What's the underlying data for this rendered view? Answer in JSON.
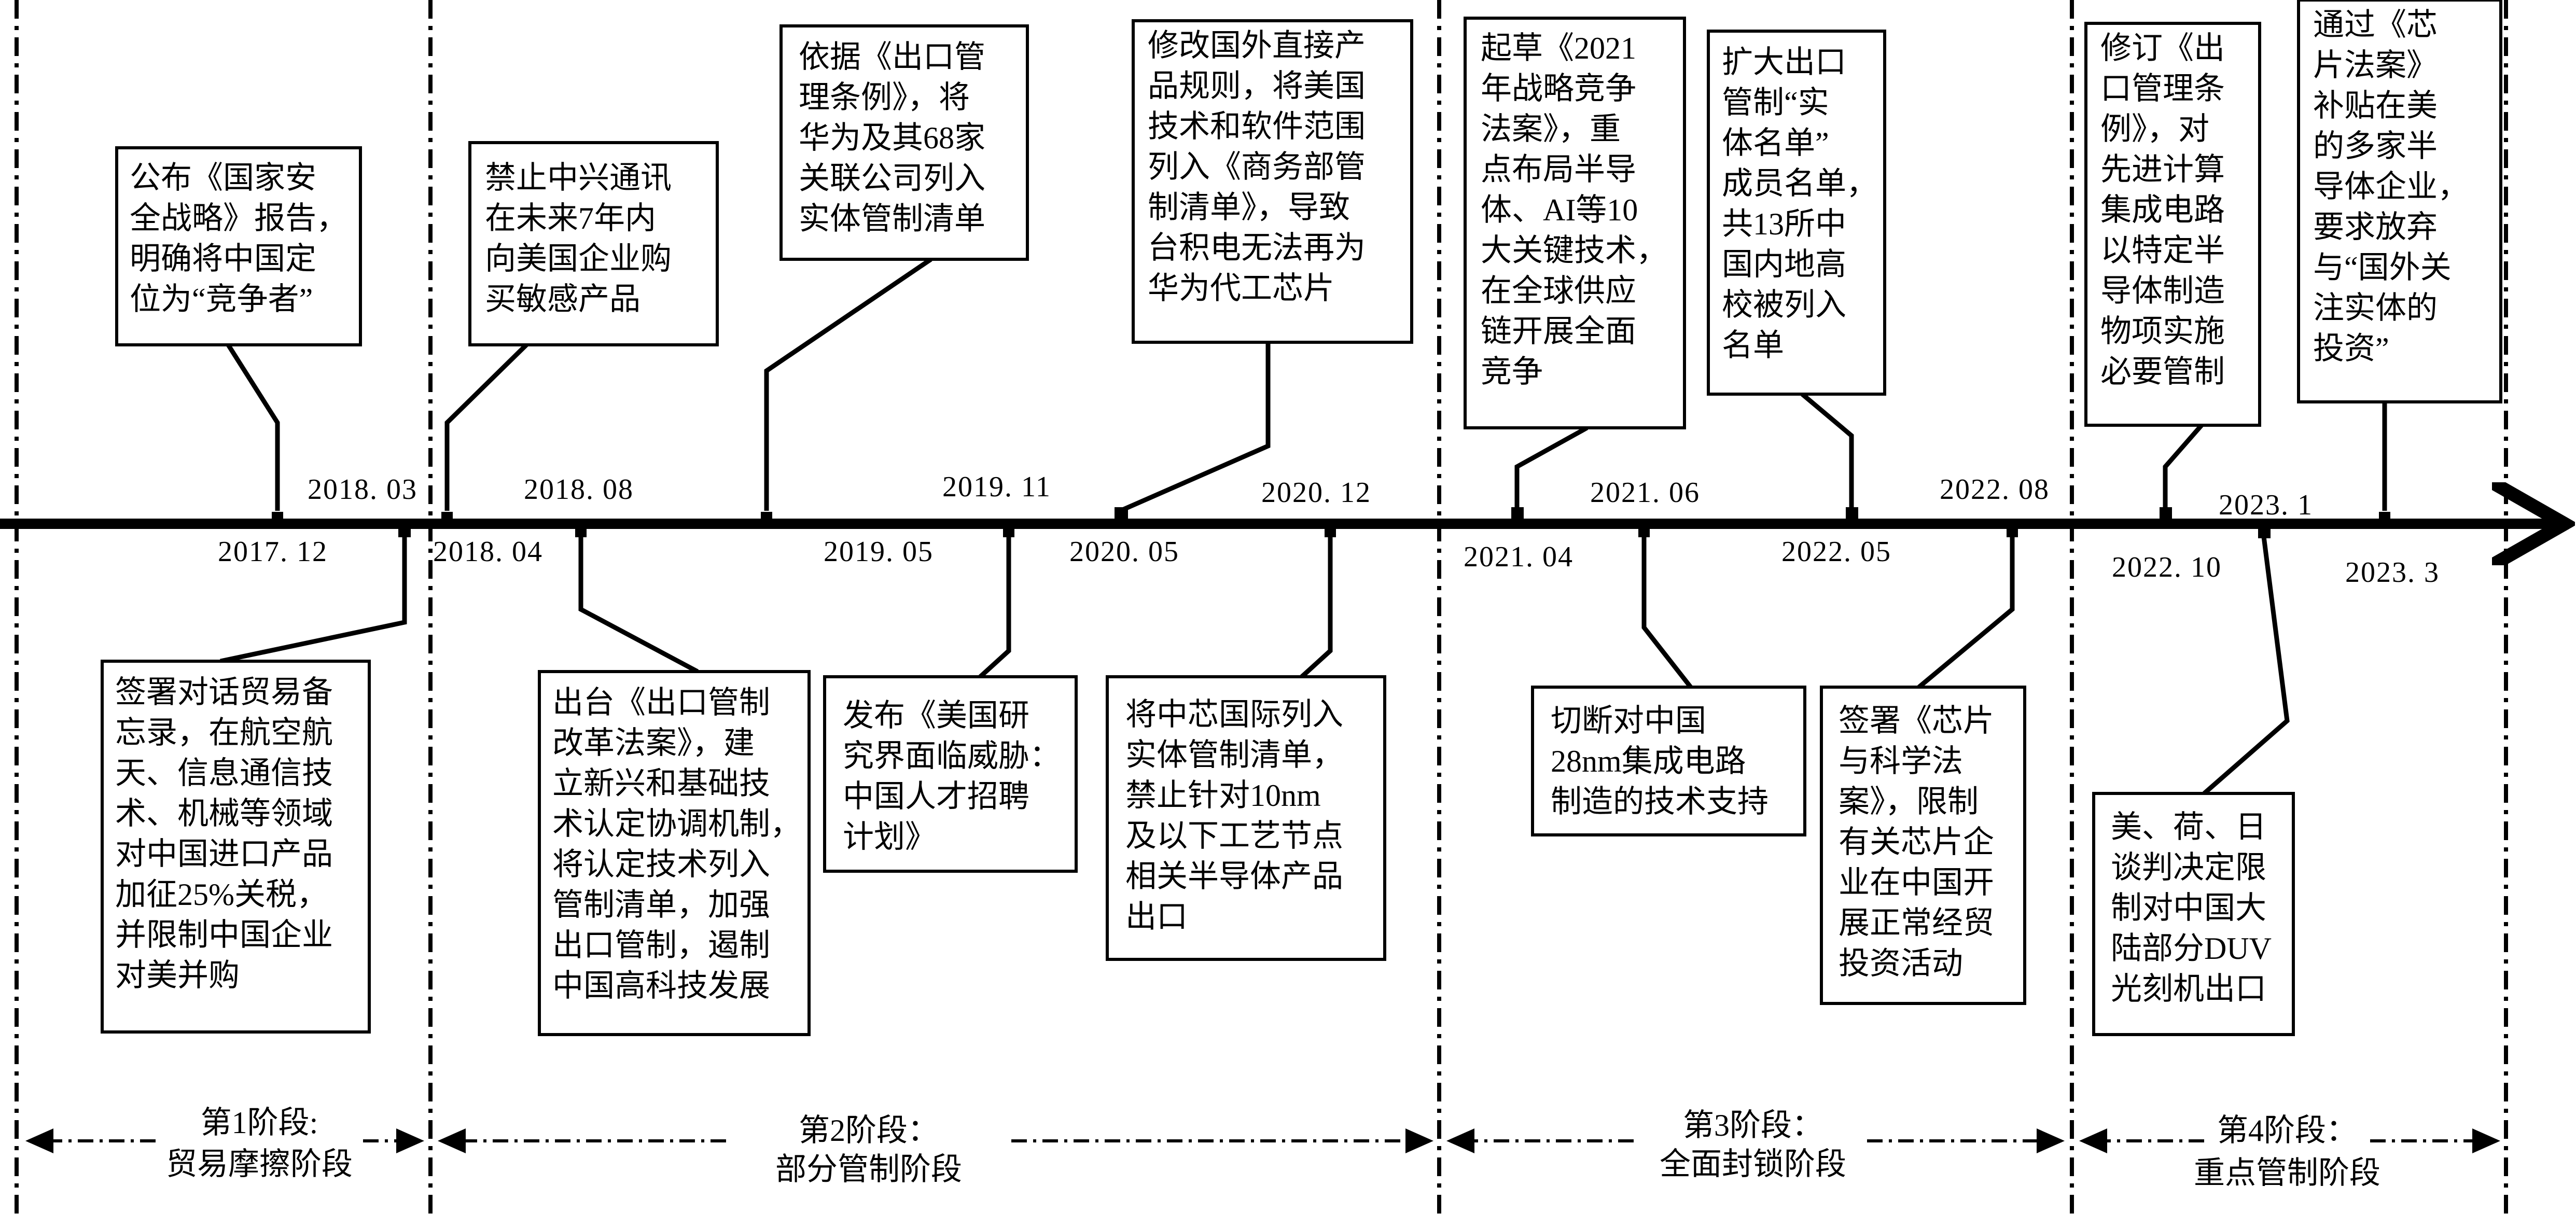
{
  "timeline": {
    "dates": [
      {
        "id": "2017-12",
        "label": "2017. 12"
      },
      {
        "id": "2018-03",
        "label": "2018. 03"
      },
      {
        "id": "2018-04",
        "label": "2018. 04"
      },
      {
        "id": "2018-08",
        "label": "2018. 08"
      },
      {
        "id": "2019-05",
        "label": "2019. 05"
      },
      {
        "id": "2019-11",
        "label": "2019. 11"
      },
      {
        "id": "2020-05",
        "label": "2020. 05"
      },
      {
        "id": "2020-12",
        "label": "2020. 12"
      },
      {
        "id": "2021-04",
        "label": "2021. 04"
      },
      {
        "id": "2021-06",
        "label": "2021. 06"
      },
      {
        "id": "2022-05",
        "label": "2022. 05"
      },
      {
        "id": "2022-08",
        "label": "2022. 08"
      },
      {
        "id": "2022-10",
        "label": "2022. 10"
      },
      {
        "id": "2023-1",
        "label": "2023. 1"
      },
      {
        "id": "2023-3",
        "label": "2023. 3"
      }
    ]
  },
  "events": [
    {
      "id": "e1",
      "lines": [
        "公布《国家安",
        "全战略》报告，",
        "明确将中国定",
        "位为“竞争者”"
      ]
    },
    {
      "id": "e2",
      "lines": [
        "禁止中兴通讯",
        "在未来7年内",
        "向美国企业购",
        "买敏感产品"
      ]
    },
    {
      "id": "e3",
      "lines": [
        "依据《出口管",
        "理条例》，将",
        "华为及其68家",
        "关联公司列入",
        "实体管制清单"
      ]
    },
    {
      "id": "e4",
      "lines": [
        "修改国外直接产",
        "品规则，将美国",
        "技术和软件范围",
        "列入《商务部管",
        "制清单》，导致",
        "台积电无法再为",
        "华为代工芯片"
      ]
    },
    {
      "id": "e5",
      "lines": [
        "起草《2021",
        "年战略竞争",
        "法案》，重",
        "点布局半导",
        "体、AI等10",
        "大关键技术，",
        "在全球供应",
        "链开展全面",
        "竞争"
      ]
    },
    {
      "id": "e6",
      "lines": [
        "扩大出口",
        "管制“实",
        "体名单”",
        "成员名单，",
        "共13所中",
        "国内地高",
        "校被列入",
        "名单"
      ]
    },
    {
      "id": "e7",
      "lines": [
        "修订《出",
        "口管理条",
        "例》，对",
        "先进计算",
        "集成电路",
        "以特定半",
        "导体制造",
        "物项实施",
        "必要管制"
      ]
    },
    {
      "id": "e8",
      "lines": [
        "通过《芯",
        "片法案》",
        "补贴在美",
        "的多家半",
        "导体企业，",
        "要求放弃",
        "与“国外关",
        "注实体的",
        "投资”"
      ]
    },
    {
      "id": "e9",
      "lines": [
        "签署对话贸易备",
        "忘录，在航空航",
        "天、信息通信技",
        "术、机械等领域",
        "对中国进口产品",
        "加征25%关税，",
        "并限制中国企业",
        "对美并购"
      ]
    },
    {
      "id": "e10",
      "lines": [
        "出台《出口管制",
        "改革法案》，建",
        "立新兴和基础技",
        "术认定协调机制，",
        "将认定技术列入",
        "管制清单，加强",
        "出口管制，遏制",
        "中国高科技发展"
      ]
    },
    {
      "id": "e11",
      "lines": [
        "发布《美国研",
        "究界面临威胁：",
        "中国人才招聘",
        "计划》"
      ]
    },
    {
      "id": "e12",
      "lines": [
        "将中芯国际列入",
        "实体管制清单，",
        "禁止针对10nm",
        "及以下工艺节点",
        "相关半导体产品",
        "出口"
      ]
    },
    {
      "id": "e13",
      "lines": [
        "切断对中国",
        "28nm集成电路",
        "制造的技术支持"
      ]
    },
    {
      "id": "e14",
      "lines": [
        "签署《芯片",
        "与科学法",
        "案》，限制",
        "有关芯片企",
        "业在中国开",
        "展正常经贸",
        "投资活动"
      ]
    },
    {
      "id": "e15",
      "lines": [
        "美、荷、日",
        "谈判决定限",
        "制对中国大",
        "陆部分DUV",
        "光刻机出口"
      ]
    }
  ],
  "phases": [
    {
      "id": "p1",
      "line1": "第1阶段:",
      "line2": "贸易摩擦阶段"
    },
    {
      "id": "p2",
      "line1": "第2阶段：",
      "line2": "部分管制阶段"
    },
    {
      "id": "p3",
      "line1": "第3阶段：",
      "line2": "全面封锁阶段"
    },
    {
      "id": "p4",
      "line1": "第4阶段：",
      "line2": "重点管制阶段"
    }
  ]
}
